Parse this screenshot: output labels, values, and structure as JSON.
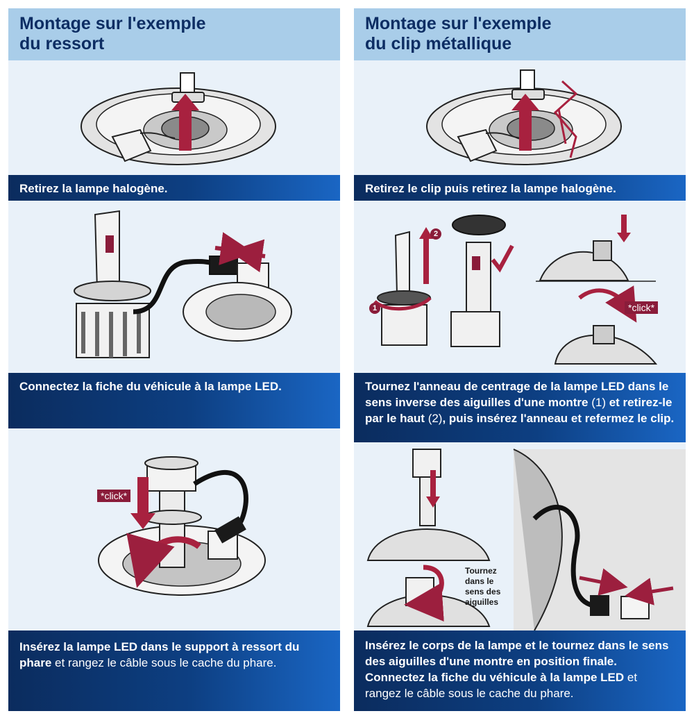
{
  "colors": {
    "header_bg": "#a9cde9",
    "header_text": "#0d2d63",
    "caption_dark": "#0b2c5e",
    "caption_light": "#1a66c4",
    "accent_red": "#8a1c3a",
    "panel_bg": "#e9f1f9"
  },
  "left": {
    "header": {
      "line1": "Montage sur l'exemple",
      "line2": "du ressort"
    },
    "step1": {
      "caption": "Retirez la lampe halogène."
    },
    "step2": {
      "caption": "Connectez la fiche du véhicule à la lampe LED."
    },
    "step3": {
      "click_label": "*click*",
      "caption_bold": "Insérez la lampe LED dans le support à ressort du phare",
      "caption_rest": " et rangez le câble sous le cache du phare."
    }
  },
  "right": {
    "header": {
      "line1": "Montage sur l'exemple",
      "line2": "du clip métallique"
    },
    "step1": {
      "caption": "Retirez le clip puis retirez la lampe halogène."
    },
    "step2": {
      "badge1": "1",
      "badge2": "2",
      "click_label": "*click*",
      "caption_part1": "Tournez l'anneau de centrage de la lampe LED dans le sens inverse des aiguilles d'une montre ",
      "caption_ref1": "(1)",
      "caption_part2": " et retirez-le par le haut ",
      "caption_ref2": "(2)",
      "caption_part3": ", puis insérez l'anneau et refermez le clip."
    },
    "step3": {
      "turn_note": [
        "Tournez",
        "dans le",
        "sens des",
        "aiguilles"
      ],
      "caption_bold": "Insérez le corps de la lampe et le tournez dans le sens des aiguilles d'une montre en position finale. Connectez la fiche du véhicule à la lampe LED",
      "caption_rest": " et rangez le câble sous le cache du phare."
    }
  }
}
